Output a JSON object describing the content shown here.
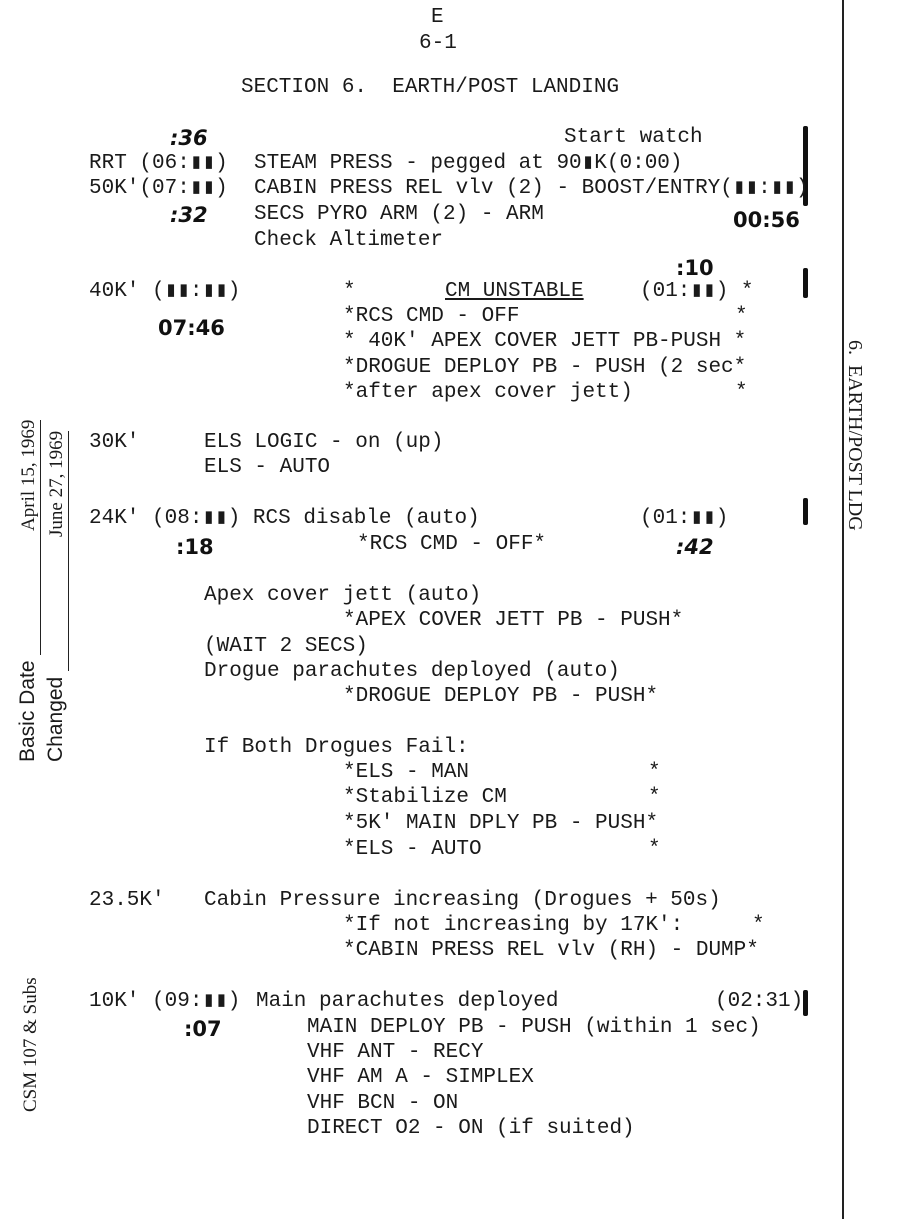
{
  "header": {
    "revision": "E",
    "page": "6-1",
    "title": "SECTION 6.  EARTH/POST LANDING"
  },
  "side_tab": "6.  EARTH/POST LDG",
  "margin": {
    "basic_date_label": "Basic Date",
    "basic_date": "April 15, 1969",
    "changed_label": "Changed",
    "changed_date": "June 27, 1969",
    "vehicle": "CSM 107 & Subs"
  },
  "block1": {
    "hand_36": ":36",
    "start_watch": "Start watch",
    "rrt": "RRT (06:▮▮)",
    "steam": "STEAM PRESS - pegged at 90▮K(0:00)",
    "k50": "50K'(07:▮▮)",
    "cabin": "CABIN PRESS REL vlv (2) - BOOST/ENTRY(▮▮:▮▮)",
    "hand_32": ":32",
    "secs": "SECS PYRO ARM (2) - ARM",
    "hand_0056": "00:56",
    "alt": "Check Altimeter"
  },
  "block2": {
    "hand_10": ":10",
    "k40": "40K' (▮▮:▮▮)",
    "star": "*",
    "cm_unstable": "CM UNSTABLE",
    "time": "(01:▮▮) *",
    "hand_0746": "07:46",
    "lines": [
      "*RCS CMD - OFF",
      "* 40K' APEX COVER JETT PB-PUSH *",
      "*DROGUE DEPLOY PB - PUSH (2 sec*",
      "*after apex cover jett)"
    ],
    "end_star": "*"
  },
  "block3": {
    "k30": "30K'",
    "lines": [
      "ELS LOGIC - on (up)",
      "ELS - AUTO"
    ]
  },
  "block4": {
    "k24": "24K' (08:▮▮) RCS disable (auto)",
    "time": "(01:▮▮)",
    "hand_18": ":18",
    "rcs": "*RCS CMD - OFF*",
    "hand_42": ":42",
    "apex": "Apex cover jett (auto)",
    "apex_push": "*APEX COVER JETT PB - PUSH*",
    "wait": "(WAIT 2 SECS)",
    "drogue": "Drogue parachutes deployed (auto)",
    "drogue_push": "*DROGUE DEPLOY PB - PUSH*",
    "fail": "If Both Drogues Fail:",
    "fail_lines": [
      "*ELS - MAN",
      "*Stabilize CM",
      "*5K' MAIN DPLY PB - PUSH*",
      "*ELS - AUTO"
    ],
    "star": "*"
  },
  "block5": {
    "k235": "23.5K'",
    "cabin": "Cabin Pressure increasing (Drogues + 50s)",
    "ifnot": "*If not increasing by 17K':",
    "star": "*",
    "dump": "*CABIN PRESS REL vlv (RH) - DUMP*"
  },
  "block6": {
    "k10": "10K' (09:▮▮)",
    "main": "Main parachutes deployed",
    "time": "(02:31)",
    "hand_07": ":07",
    "lines": [
      "MAIN DEPLOY PB - PUSH (within 1 sec)",
      "VHF ANT - RECY",
      "VHF AM A - SIMPLEX",
      "VHF BCN - ON",
      "DIRECT O2 - ON (if suited)"
    ]
  }
}
